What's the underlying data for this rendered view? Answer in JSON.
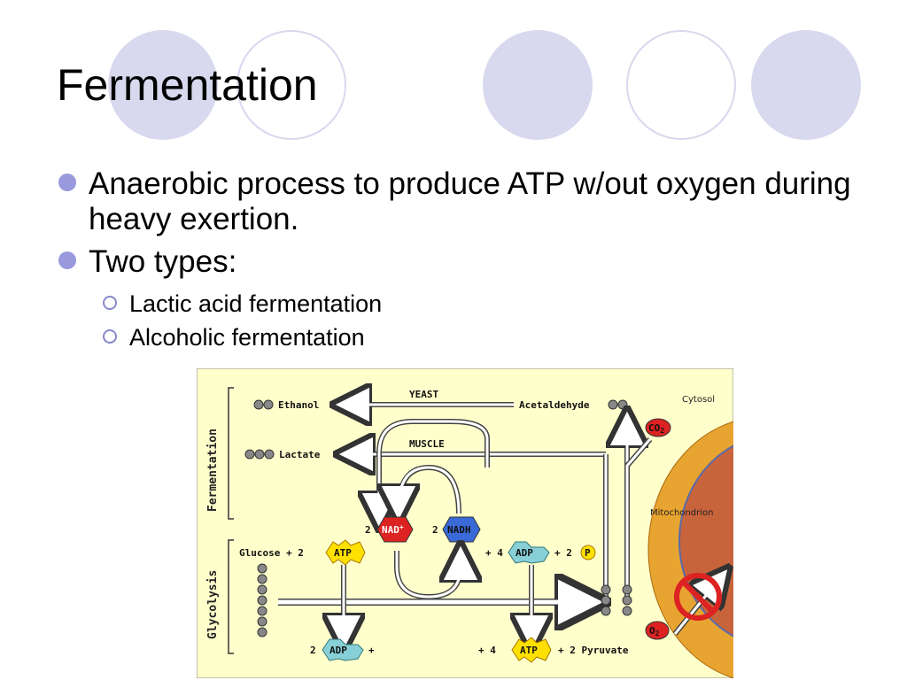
{
  "slide": {
    "title": "Fermentation",
    "bullets": [
      {
        "text": "Anaerobic process to produce ATP w/out oxygen during heavy exertion."
      },
      {
        "text": "Two types:"
      }
    ],
    "sub_bullets": [
      {
        "text": "Lactic acid fermentation"
      },
      {
        "text": "Alcoholic fermentation"
      }
    ],
    "colors": {
      "circle_fill": "#d8d8ee",
      "bullet": "#9999dd",
      "diagram_bg": "#ffffcc",
      "mitochondrion": "#c8643c"
    }
  },
  "diagram": {
    "side_labels": {
      "fermentation": "Fermentation",
      "glycolysis": "Glycolysis"
    },
    "labels": {
      "ethanol": "Ethanol",
      "yeast": "YEAST",
      "acetaldehyde": "Acetaldehyde",
      "cytosol": "Cytosol",
      "lactate": "Lactate",
      "muscle": "MUSCLE",
      "co2": "CO",
      "co2_sub": "2",
      "nad_count": "2",
      "nad": "NAD",
      "nad_sup": "+",
      "nadh_count": "2",
      "nadh": "NADH",
      "mitochondrion": "Mitochondrion",
      "glucose": "Glucose + 2",
      "atp_top": "ATP",
      "adp_top_prefix": "+ 4",
      "adp_top": "ADP",
      "plus2": "+ 2",
      "phosphate": "P",
      "adp_bottom_prefix": "2",
      "adp_bottom": "ADP",
      "adp_bottom_suffix": "+",
      "atp_bottom_prefix": "+ 4",
      "atp_bottom": "ATP",
      "pyruvate": "+ 2 Pyruvate",
      "o2": "O",
      "o2_sub": "2"
    }
  }
}
